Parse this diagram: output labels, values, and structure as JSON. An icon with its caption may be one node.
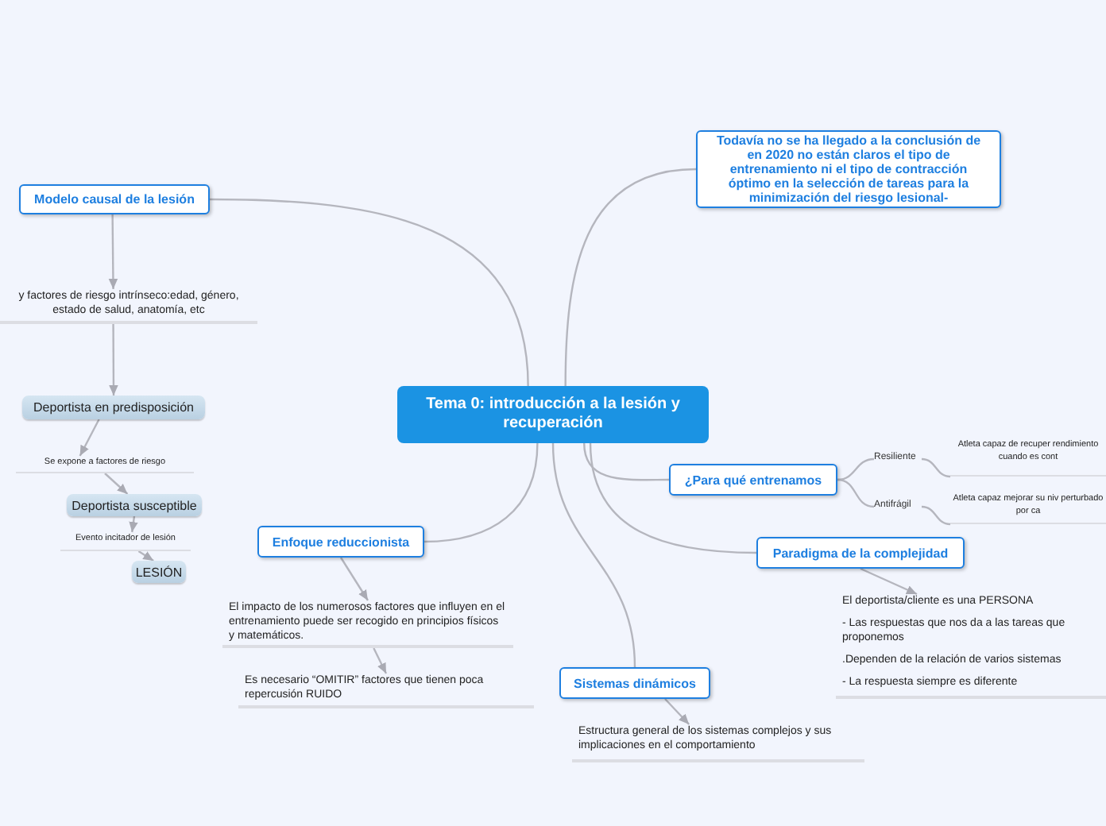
{
  "diagram": {
    "nodes": [
      {
        "text": [
          "Tema 0: introducción a la lesión y recuperación"
        ]
      },
      {
        "text": [
          "Modelo causal de la lesión"
        ]
      },
      {
        "text": [
          "y factores de riesgo intrínseco:edad, género, estado de salud, anatomía, etc"
        ]
      },
      {
        "text": [
          "Deportista en predisposición"
        ]
      },
      {
        "text": [
          "Se expone a factores de riesgo"
        ]
      },
      {
        "text": [
          "Deportista susceptible"
        ]
      },
      {
        "text": [
          "Evento incitador de lesión"
        ]
      },
      {
        "text": [
          "LESIÓN"
        ]
      },
      {
        "text": [
          "Todavía no se ha llegado a la conclusión de en 2020 no están claros el tipo de entrenamiento ni el tipo de contracción óptimo en la selección de tareas para la minimización del riesgo lesional-"
        ]
      },
      {
        "text": [
          "¿Para qué entrenamos"
        ]
      },
      {
        "text": [
          "Resiliente"
        ]
      },
      {
        "text": [
          "Atleta capaz de recuper rendimiento cuando es cont"
        ]
      },
      {
        "text": [
          "Antifrágil"
        ]
      },
      {
        "text": [
          "Atleta capaz mejorar su niv perturbado por ca"
        ]
      },
      {
        "text": [
          "Paradigma de la complejidad"
        ]
      },
      {
        "text": [
          "El deportista/cliente es una PERSONA",
          "- Las respuestas que nos da a las tareas que proponemos",
          ".Dependen de la relación de varios sistemas",
          "- La respuesta siempre es diferente"
        ]
      },
      {
        "text": [
          "Enfoque reduccionista"
        ]
      },
      {
        "text": [
          "El impacto de los numerosos factores que influyen en el entrenamiento puede ser recogido en principios físicos y matemáticos."
        ]
      },
      {
        "text": [
          "Es necesario “OMITIR” factores que tienen poca repercusión RUIDO"
        ]
      },
      {
        "text": [
          "Sistemas dinámicos"
        ]
      },
      {
        "text": [
          "Estructura general de los sistemas complejos y sus implicaciones en el comportamiento"
        ]
      }
    ],
    "edges": [
      {
        "from": 0,
        "to": 1,
        "arrow": "none"
      },
      {
        "from": 1,
        "to": 2,
        "arrow": "to"
      },
      {
        "from": 2,
        "to": 3,
        "arrow": "to"
      },
      {
        "from": 3,
        "to": 4,
        "arrow": "to"
      },
      {
        "from": 4,
        "to": 5,
        "arrow": "to"
      },
      {
        "from": 5,
        "to": 6,
        "arrow": "to"
      },
      {
        "from": 6,
        "to": 7,
        "arrow": "to"
      },
      {
        "from": 0,
        "to": 8,
        "arrow": "none"
      },
      {
        "from": 0,
        "to": 9,
        "arrow": "none"
      },
      {
        "from": 9,
        "to": 10,
        "arrow": "none"
      },
      {
        "from": 10,
        "to": 11,
        "arrow": "none"
      },
      {
        "from": 9,
        "to": 12,
        "arrow": "none"
      },
      {
        "from": 12,
        "to": 13,
        "arrow": "none"
      },
      {
        "from": 0,
        "to": 14,
        "arrow": "none"
      },
      {
        "from": 14,
        "to": 15,
        "arrow": "to"
      },
      {
        "from": 0,
        "to": 16,
        "arrow": "none"
      },
      {
        "from": 16,
        "to": 17,
        "arrow": "to"
      },
      {
        "from": 17,
        "to": 18,
        "arrow": "to"
      },
      {
        "from": 0,
        "to": 19,
        "arrow": "none"
      },
      {
        "from": 19,
        "to": 20,
        "arrow": "to"
      }
    ]
  }
}
